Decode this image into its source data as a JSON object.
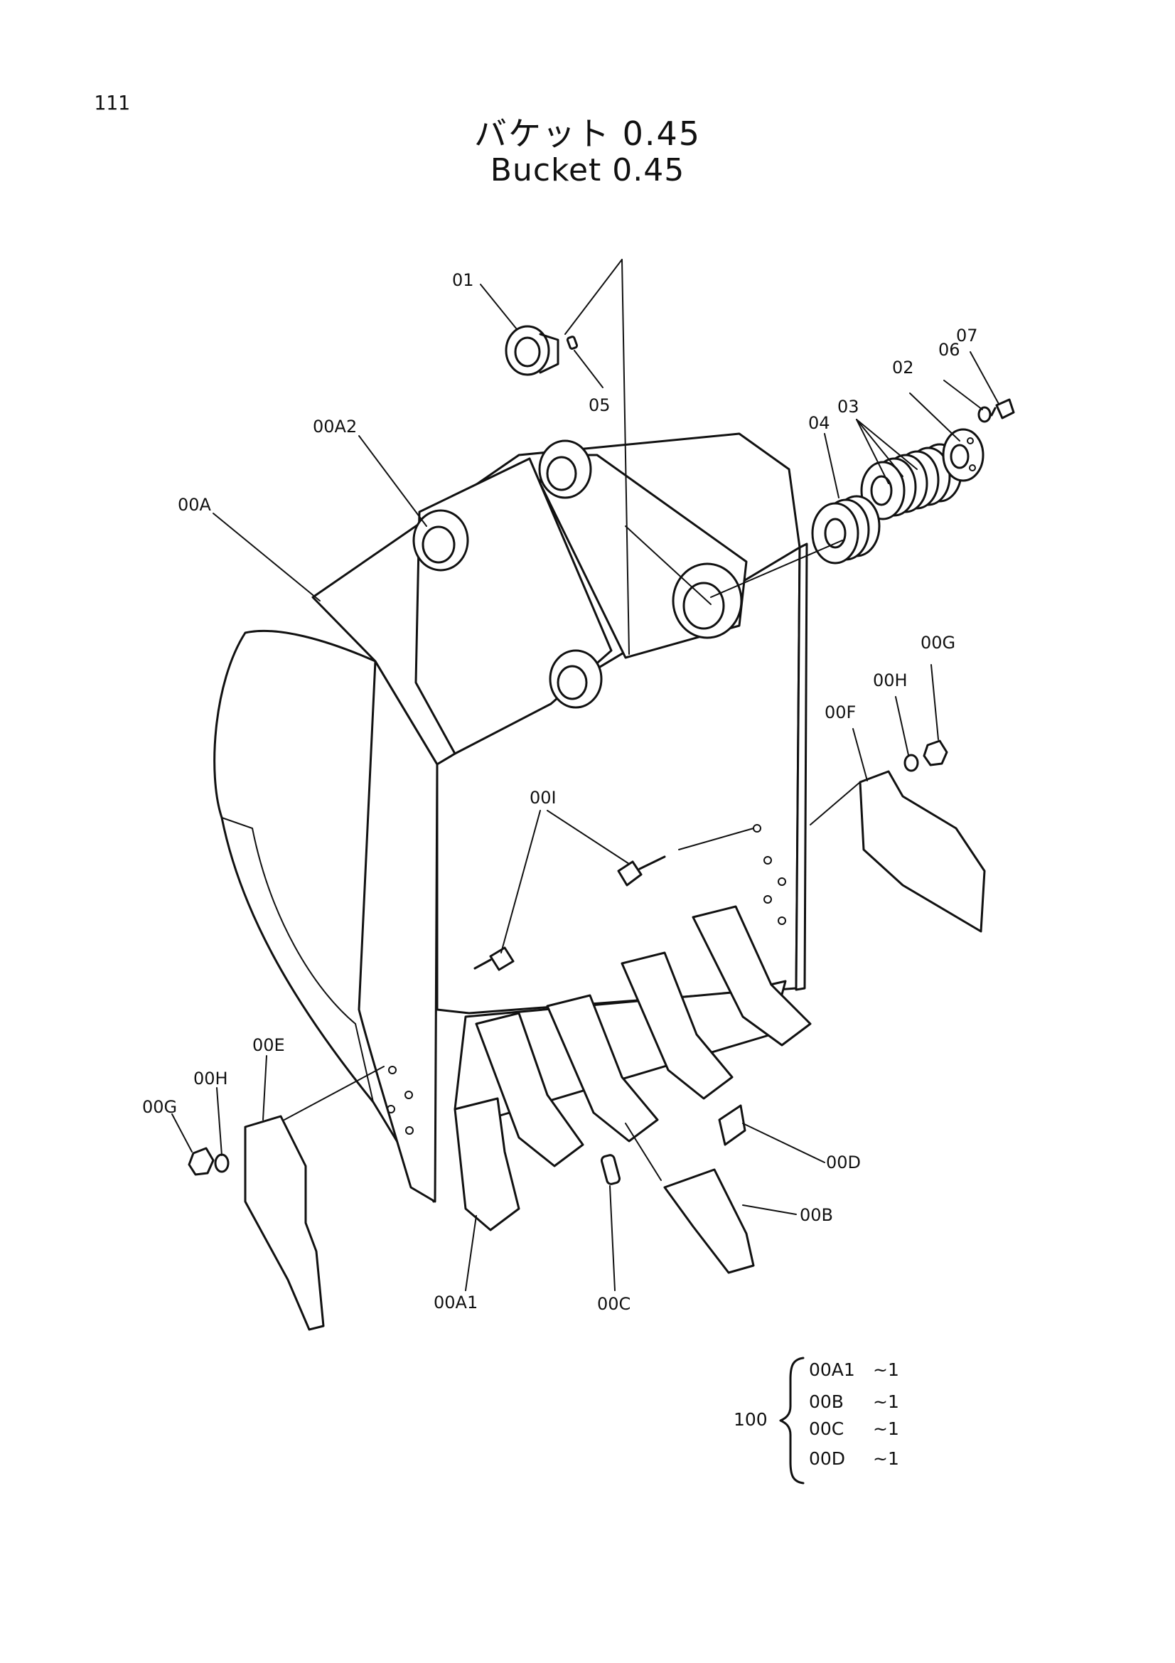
{
  "page": {
    "number": "111"
  },
  "title": {
    "japanese": "バケット 0.45",
    "english": "Bucket 0.45"
  },
  "callouts": [
    {
      "id": "c01",
      "label": "01"
    },
    {
      "id": "c05",
      "label": "05"
    },
    {
      "id": "c00A2",
      "label": "00A2"
    },
    {
      "id": "c00A",
      "label": "00A"
    },
    {
      "id": "c04",
      "label": "04"
    },
    {
      "id": "c03",
      "label": "03"
    },
    {
      "id": "c02",
      "label": "02"
    },
    {
      "id": "c06",
      "label": "06"
    },
    {
      "id": "c07",
      "label": "07"
    },
    {
      "id": "c00G_r",
      "label": "00G"
    },
    {
      "id": "c00H_r",
      "label": "00H"
    },
    {
      "id": "c00F",
      "label": "00F"
    },
    {
      "id": "c00I",
      "label": "00I"
    },
    {
      "id": "c00E",
      "label": "00E"
    },
    {
      "id": "c00H_l",
      "label": "00H"
    },
    {
      "id": "c00G_l",
      "label": "00G"
    },
    {
      "id": "c00D",
      "label": "00D"
    },
    {
      "id": "c00B",
      "label": "00B"
    },
    {
      "id": "c00A1",
      "label": "00A1"
    },
    {
      "id": "c00C",
      "label": "00C"
    }
  ],
  "set_note": {
    "assembly": "100",
    "items": [
      {
        "part": "00A1",
        "qty": "~1"
      },
      {
        "part": "00B",
        "qty": "~1"
      },
      {
        "part": "00C",
        "qty": "~1"
      },
      {
        "part": "00D",
        "qty": "~1"
      }
    ]
  }
}
